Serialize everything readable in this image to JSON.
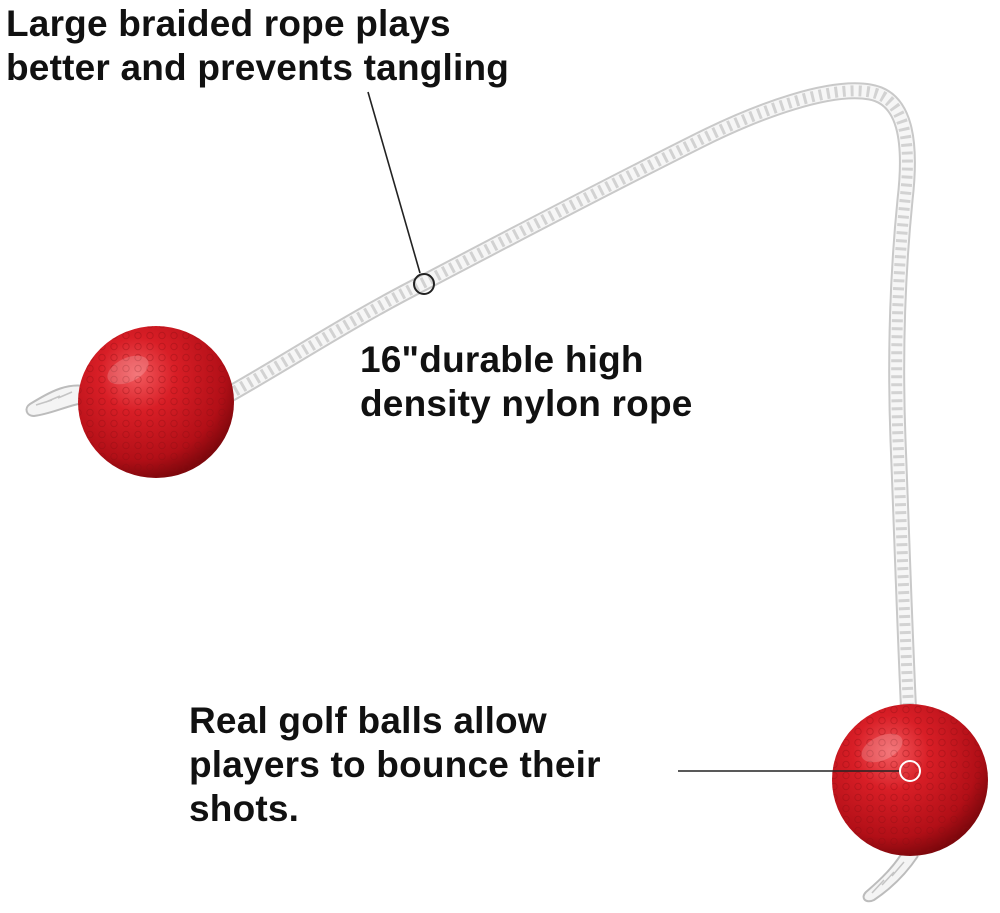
{
  "callouts": {
    "rope_braid": {
      "line1": "Large braided rope plays",
      "line2": "better and prevents tangling"
    },
    "rope_length": {
      "line1": "16\"durable high",
      "line2": "density nylon rope"
    },
    "golf_balls": {
      "line1": "Real golf balls allow",
      "line2": "players to bounce their",
      "line3": "shots."
    }
  },
  "colors": {
    "background": "#ffffff",
    "text": "#111111",
    "ball_red": "#c8141c",
    "ball_dark": "#8a0a10",
    "rope": "#f4f4f4",
    "rope_shadow": "#c9c9c9",
    "leader_line": "#222222"
  }
}
